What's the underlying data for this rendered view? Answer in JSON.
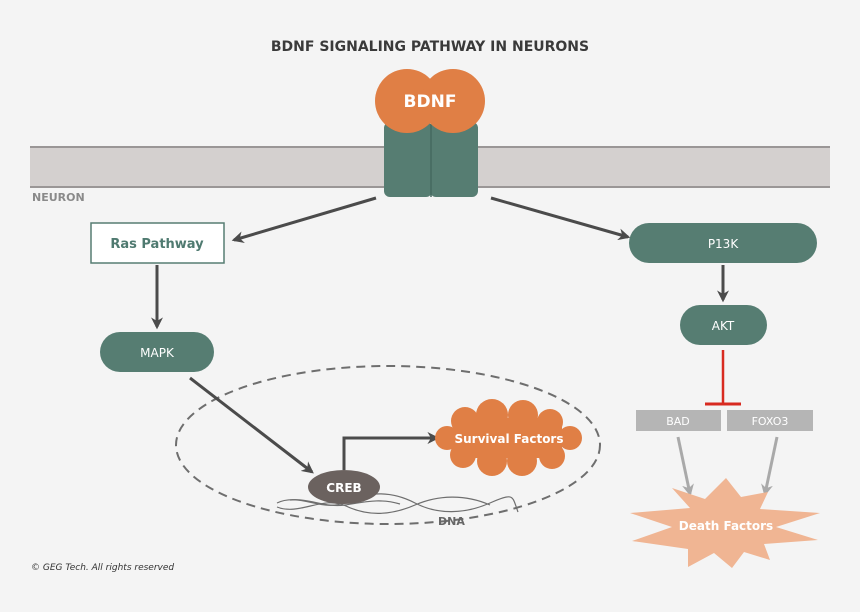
{
  "title": "BDNF SIGNALING PATHWAY IN NEURONS",
  "membrane_label": "NEURON",
  "ligand_label": "BDNF",
  "nodes": {
    "ras": "Ras Pathway",
    "mapk": "MAPK",
    "creb": "CREB",
    "survival": "Survival Factors",
    "dna": "DNA",
    "p13k": "P13K",
    "akt": "AKT",
    "bad": "BAD",
    "foxo3": "FOXO3",
    "death": "Death Factors"
  },
  "copyright": "© GEG Tech. All rights reserved",
  "colors": {
    "teal": "#567d72",
    "orange": "#e07f45",
    "membrane": "#d4d0cf",
    "inhibit_red": "#d82a20",
    "gray_box": "#b5b5b5",
    "death_fill": "#f0b593",
    "creb": "#6b625f"
  }
}
